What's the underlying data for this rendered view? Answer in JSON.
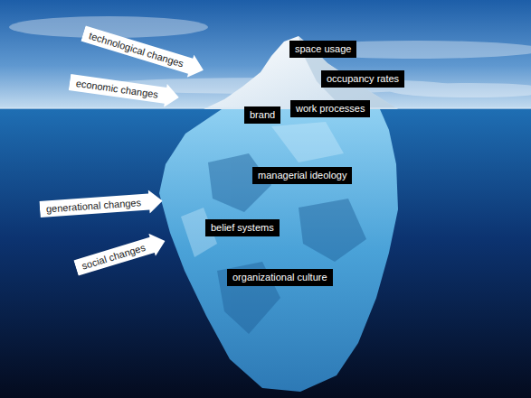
{
  "diagram": {
    "nodes": [
      {
        "text": [
          "technological changes"
        ]
      },
      {
        "text": [
          "space usage"
        ]
      },
      {
        "text": [
          "economic changes"
        ]
      },
      {
        "text": [
          "occupancy rates"
        ]
      },
      {
        "text": [
          "brand"
        ]
      },
      {
        "text": [
          "work processes"
        ]
      },
      {
        "text": [
          "managerial ideology"
        ]
      },
      {
        "text": [
          "generational changes"
        ]
      },
      {
        "text": [
          "belief systems"
        ]
      },
      {
        "text": [
          "social changes"
        ]
      },
      {
        "text": [
          "organizational culture"
        ]
      }
    ]
  }
}
